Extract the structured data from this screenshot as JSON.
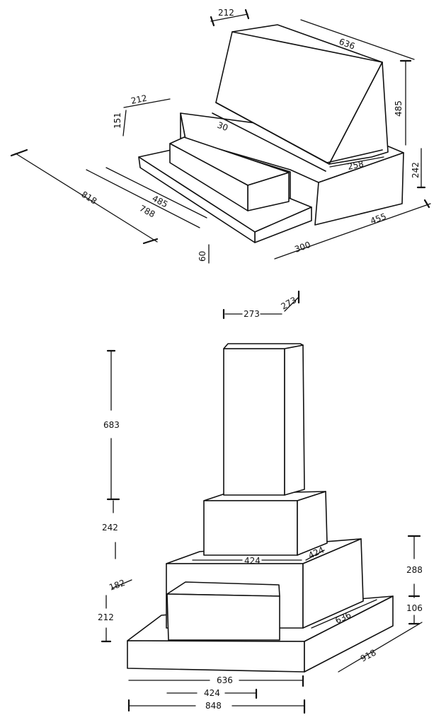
{
  "figure_a": {
    "labels": {
      "top_depth": "212",
      "top_width": "636",
      "top_height": "485",
      "base_height": "242",
      "step_depth": "212",
      "step_height": "151",
      "inset": "30",
      "inner_width": "258",
      "overall_length": "818",
      "inner_length": "485",
      "mid_length": "788",
      "platform_height": "60",
      "front_width": "300",
      "side_width": "455"
    }
  },
  "figure_b": {
    "labels": {
      "top_width": "273",
      "top_depth": "273",
      "pillar_height": "683",
      "middle_height": "242",
      "middle_width": "424",
      "middle_depth": "424",
      "lower_height": "288",
      "block_top": "182",
      "block_height": "212",
      "base_height": "106",
      "base_depth_a": "636",
      "base_depth_b": "918",
      "base_w1": "636",
      "base_w2": "424",
      "base_w3": "848"
    }
  }
}
